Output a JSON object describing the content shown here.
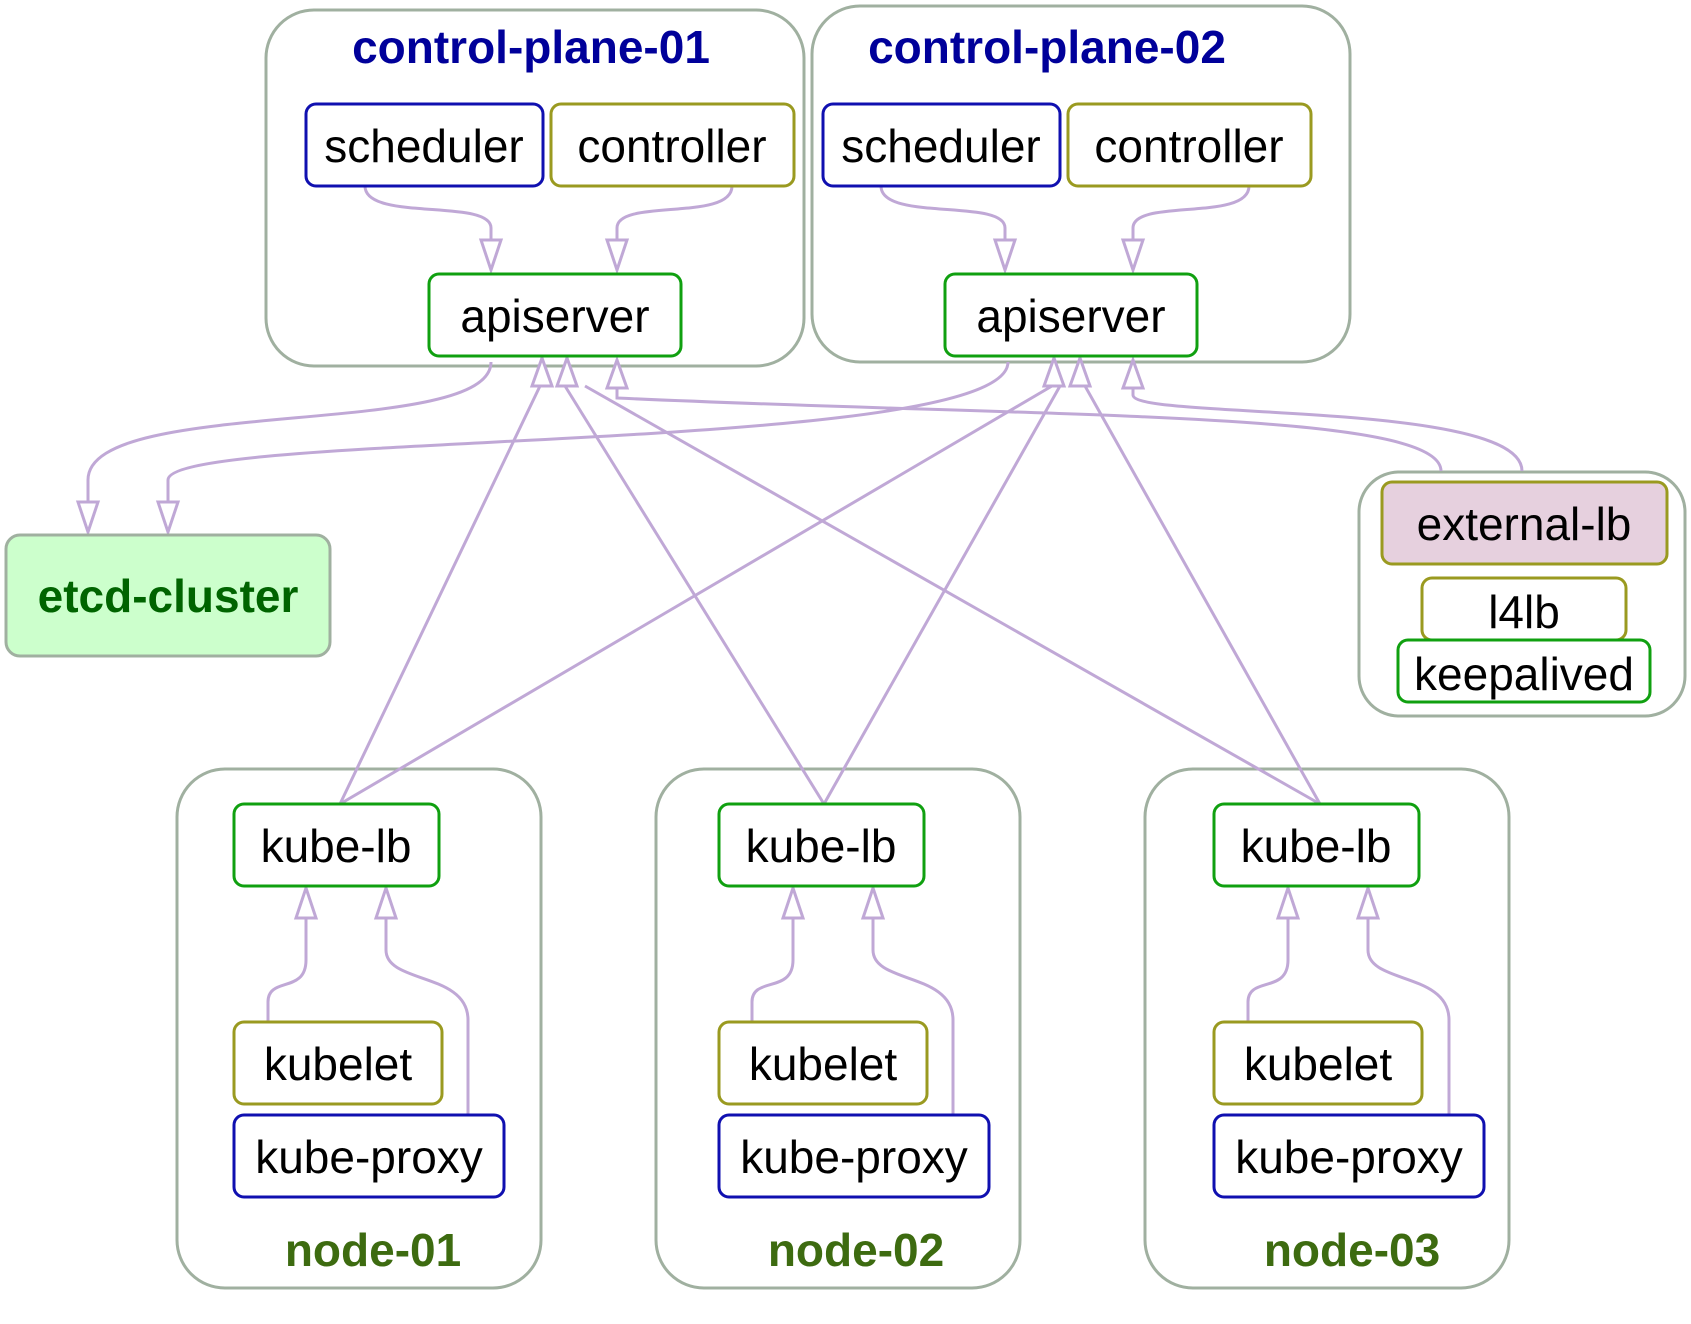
{
  "colors": {
    "cluster_border": "#a0b0a0",
    "edge": "#c0a8d6",
    "blue": "#1010b0",
    "olive": "#9a9a20",
    "green": "#10a010",
    "control_plane_title": "#00009a",
    "node_title": "#3d6b10",
    "etcd_fill": "#ccffcc",
    "etcd_text": "#006400",
    "external_lb_fill": "#e6d0de"
  },
  "clusters": {
    "control_plane_01": {
      "title": "control-plane-01"
    },
    "control_plane_02": {
      "title": "control-plane-02"
    },
    "node_01": {
      "title": "node-01"
    },
    "node_02": {
      "title": "node-02"
    },
    "node_03": {
      "title": "node-03"
    }
  },
  "nodes": {
    "cp1_scheduler": "scheduler",
    "cp1_controller": "controller",
    "cp1_apiserver": "apiserver",
    "cp2_scheduler": "scheduler",
    "cp2_controller": "controller",
    "cp2_apiserver": "apiserver",
    "etcd_cluster": "etcd-cluster",
    "external_lb": "external-lb",
    "l4lb": "l4lb",
    "keepalived": "keepalived",
    "n1_kube_lb": "kube-lb",
    "n1_kubelet": "kubelet",
    "n1_kube_proxy": "kube-proxy",
    "n2_kube_lb": "kube-lb",
    "n2_kubelet": "kubelet",
    "n2_kube_proxy": "kube-proxy",
    "n3_kube_lb": "kube-lb",
    "n3_kubelet": "kubelet",
    "n3_kube_proxy": "kube-proxy"
  }
}
